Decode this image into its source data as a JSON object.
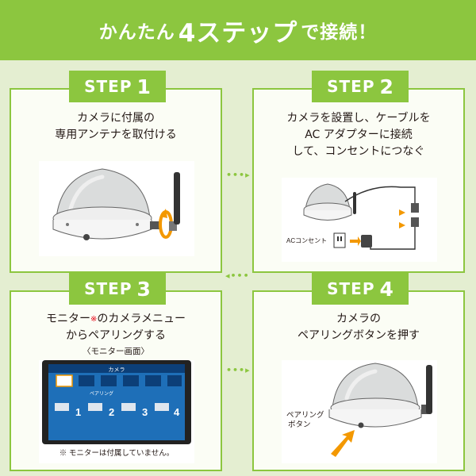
{
  "header": {
    "title_pre": "かんたん",
    "title_num": "4ステップ",
    "title_post": "で接続！"
  },
  "steps": [
    {
      "tab_word": "STEP",
      "tab_num": "1",
      "desc": [
        "カメラに付属の",
        "専用アンテナを取付ける"
      ]
    },
    {
      "tab_word": "STEP",
      "tab_num": "2",
      "desc": [
        "カメラを設置し、ケーブルを",
        "AC アダプターに接続",
        "して、コンセントにつなぐ"
      ],
      "outlet_label": "ACコンセント"
    },
    {
      "tab_word": "STEP",
      "tab_num": "3",
      "desc_pre": "モニター",
      "desc_mark": "※",
      "desc_post": "のカメラメニュー",
      "desc_line2": "からペアリングする",
      "monitor_caption": "〈モニター画面〉",
      "screen_title": "カメラ",
      "screen_sub": "ペアリング",
      "channels": [
        "1",
        "2",
        "3",
        "4"
      ],
      "note": "※ モニターは付属していません。"
    },
    {
      "tab_word": "STEP",
      "tab_num": "4",
      "desc": [
        "カメラの",
        "ペアリングボタンを押す"
      ],
      "button_label": [
        "ペアリング",
        "ボタン"
      ]
    }
  ],
  "colors": {
    "brand_green": "#8cc63f",
    "panel_bg": "#e4eed1",
    "accent_orange": "#f39800",
    "screen_blue": "#1e6fb8",
    "note_red": "#e60012"
  }
}
